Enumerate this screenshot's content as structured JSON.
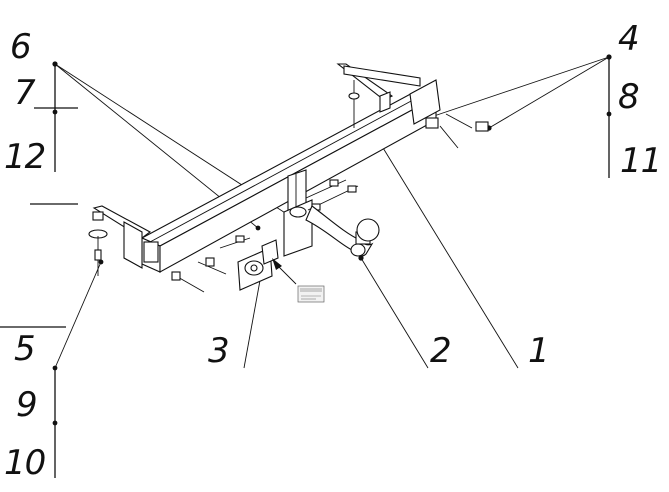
{
  "labels": {
    "l1": "1",
    "l2": "2",
    "l3": "3",
    "l4": "4",
    "l5": "5",
    "l6": "6",
    "l7": "7",
    "l8": "8",
    "l9": "9",
    "l10": "10",
    "l11": "11",
    "l12": "12"
  },
  "icons": {
    "plate": "license-plate-icon",
    "ball": "tow-ball-icon"
  },
  "colors": {
    "line": "#111111",
    "background": "#ffffff"
  }
}
